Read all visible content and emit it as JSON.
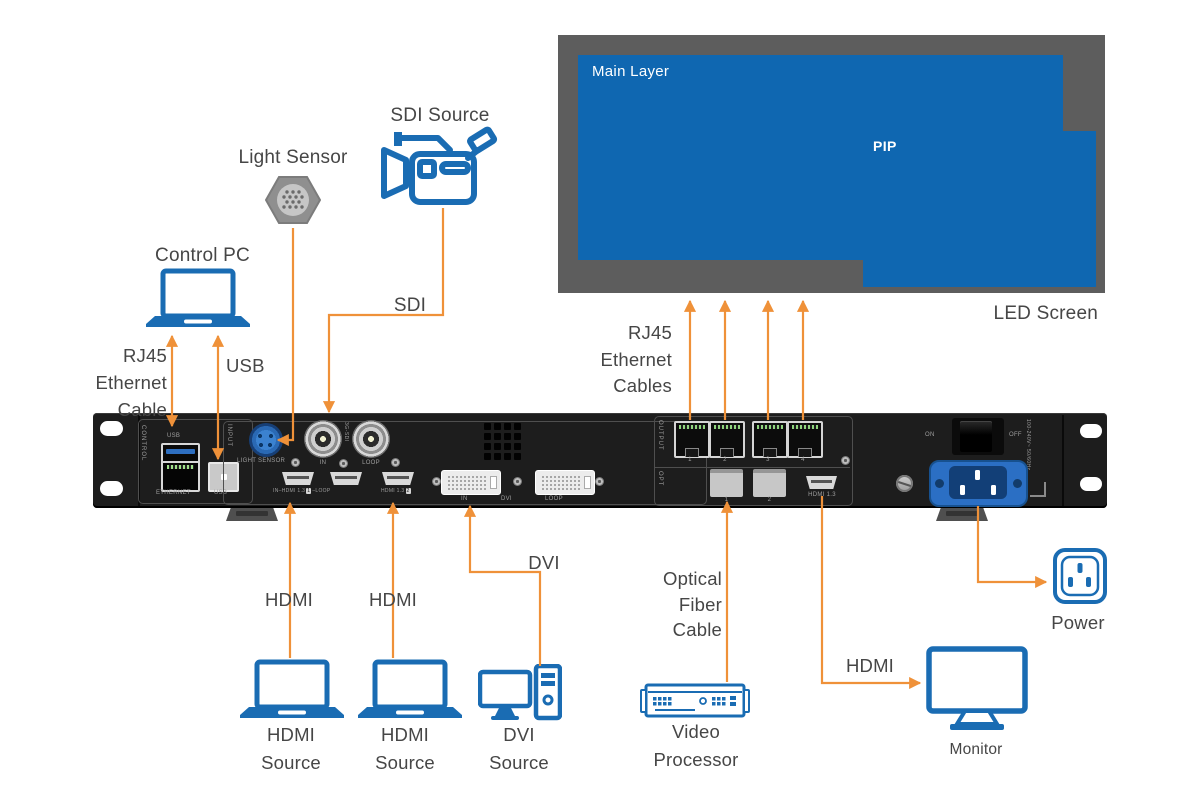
{
  "colors": {
    "accent_orange": "#EF9139",
    "icon_blue": "#1A6CB3",
    "screen_blue": "#0F67B1",
    "frame_gray": "#5D5D5D",
    "device_black": "#1D1D1D",
    "label_text": "#464646"
  },
  "led_screen": {
    "main_layer": "Main Layer",
    "pip": "PIP",
    "caption": "LED Screen"
  },
  "sources": {
    "control_pc": "Control PC",
    "light_sensor": "Light Sensor",
    "sdi_source": "SDI Source",
    "hdmi_source_1": [
      "HDMI",
      "Source"
    ],
    "hdmi_source_2": [
      "HDMI",
      "Source"
    ],
    "dvi_source": [
      "DVI",
      "Source"
    ],
    "video_processor": [
      "Video",
      "Processor"
    ],
    "monitor": "Monitor",
    "power": "Power"
  },
  "cables": {
    "rj45_pc": [
      "RJ45",
      "Ethernet",
      "Cable"
    ],
    "usb": "USB",
    "sdi": "SDI",
    "rj45_out": [
      "RJ45",
      "Ethernet",
      "Cables"
    ],
    "hdmi_in_1": "HDMI",
    "hdmi_in_2": "HDMI",
    "dvi": "DVI",
    "optical": [
      "Optical",
      "Fiber",
      "Cable"
    ],
    "hdmi_out": "HDMI"
  },
  "device": {
    "control": "CONTROL",
    "usb_small": "USB",
    "ethernet": "ETHERNET",
    "usb_b": "USB",
    "input": "INPUT",
    "light_sensor_port": "LIGHT SENSOR",
    "sdi_group": "3G-SDI",
    "bnc_in": "IN",
    "bnc_loop": "LOOP",
    "hdmi_row_in": "IN",
    "hdmi_1": "HDMI 1.3",
    "hdmi_1_num": "1",
    "hdmi_loop": "LOOP",
    "hdmi_2": "HDMI 1.3",
    "hdmi_2_num": "2",
    "dvi_in": "IN",
    "dvi": "DVI",
    "dvi_loop": "LOOP",
    "output": "OUTPUT",
    "out_ports": [
      "1",
      "2",
      "3",
      "4"
    ],
    "opt": "OPT",
    "opt_ports": [
      "1",
      "2"
    ],
    "hdmi_out_port": "HDMI 1.3",
    "on": "ON",
    "off": "OFF",
    "voltage": "100-240V~ 50/60Hz"
  }
}
